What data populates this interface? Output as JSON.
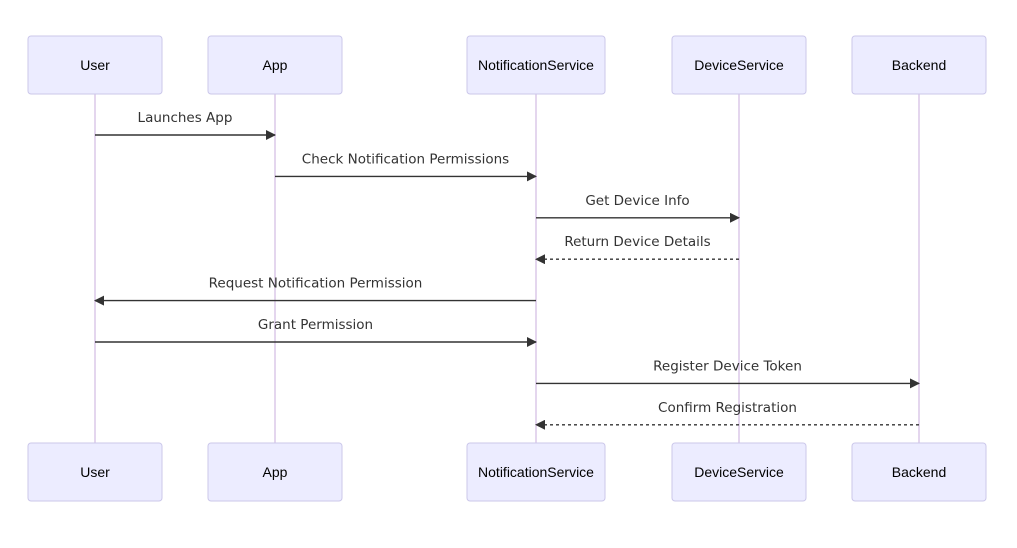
{
  "diagram": {
    "type": "sequence",
    "participants": [
      {
        "id": "user",
        "label": "User"
      },
      {
        "id": "app",
        "label": "App"
      },
      {
        "id": "notification-service",
        "label": "NotificationService"
      },
      {
        "id": "device-service",
        "label": "DeviceService"
      },
      {
        "id": "backend",
        "label": "Backend"
      }
    ],
    "messages": [
      {
        "from": "user",
        "to": "app",
        "label": "Launches App",
        "style": "solid"
      },
      {
        "from": "app",
        "to": "notification-service",
        "label": "Check Notification Permissions",
        "style": "solid"
      },
      {
        "from": "notification-service",
        "to": "device-service",
        "label": "Get Device Info",
        "style": "solid"
      },
      {
        "from": "device-service",
        "to": "notification-service",
        "label": "Return Device Details",
        "style": "dashed"
      },
      {
        "from": "notification-service",
        "to": "user",
        "label": "Request Notification Permission",
        "style": "solid"
      },
      {
        "from": "user",
        "to": "notification-service",
        "label": "Grant Permission",
        "style": "solid"
      },
      {
        "from": "notification-service",
        "to": "backend",
        "label": "Register Device Token",
        "style": "solid"
      },
      {
        "from": "backend",
        "to": "notification-service",
        "label": "Confirm Registration",
        "style": "dashed"
      }
    ]
  },
  "colors": {
    "actor_fill": "#ECECFF",
    "actor_stroke": "#CBC7EA",
    "lifeline": "#DCC9E8",
    "message_line": "#333333",
    "text": "#333333"
  }
}
